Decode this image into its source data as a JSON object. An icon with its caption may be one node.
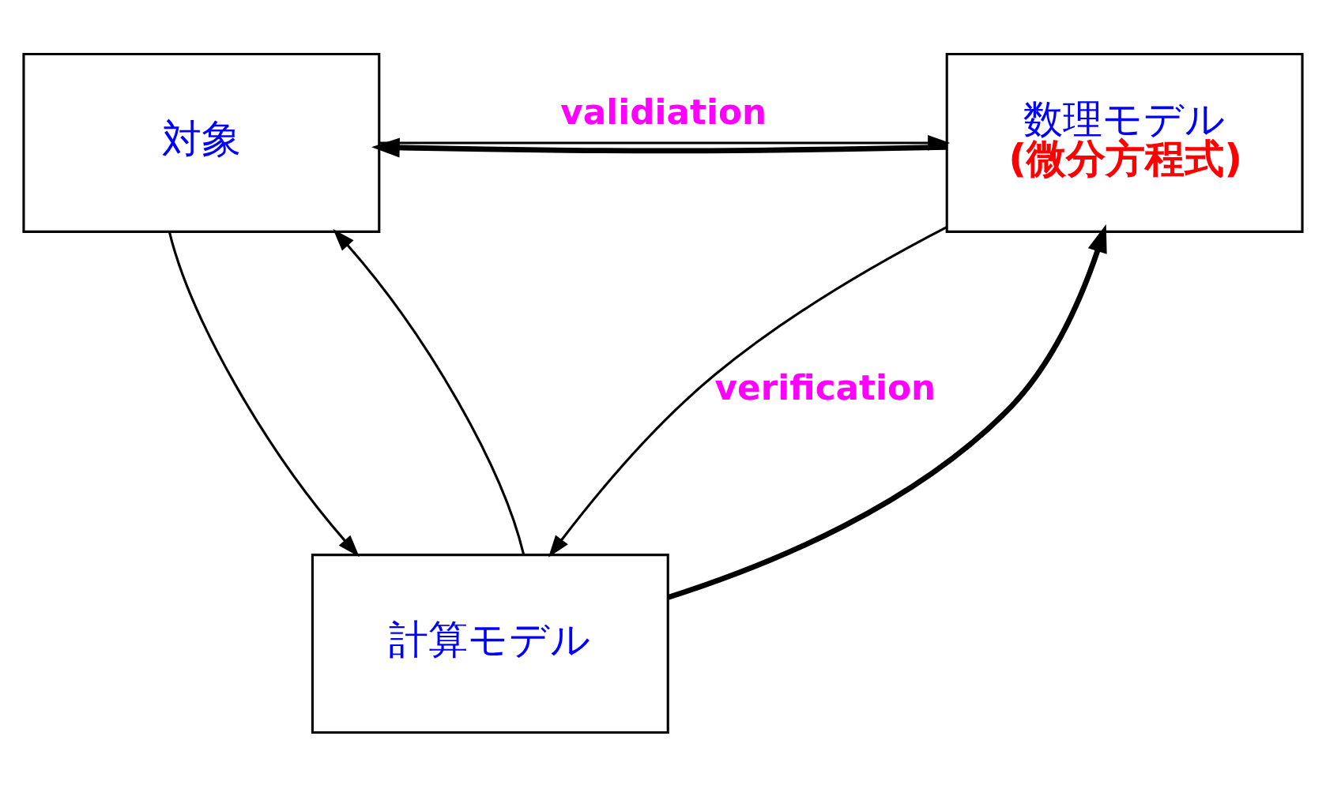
{
  "diagram": {
    "nodes": [
      {
        "text": [
          "対象"
        ]
      },
      {
        "text": [
          "数理モデル",
          "(微分方程式)"
        ]
      },
      {
        "text": [
          "計算モデル"
        ]
      }
    ],
    "edges": [
      {
        "from": 0,
        "to": 1,
        "arrow": "to",
        "label": "validiation"
      },
      {
        "from": 1,
        "to": 0,
        "arrow": "to",
        "style": "thick"
      },
      {
        "from": 0,
        "to": 2,
        "arrow": "to"
      },
      {
        "from": 2,
        "to": 0,
        "arrow": "to"
      },
      {
        "from": 2,
        "to": 1,
        "arrow": "to",
        "style": "thick"
      },
      {
        "from": 1,
        "to": 2,
        "arrow": "to",
        "label": "verification"
      }
    ]
  }
}
